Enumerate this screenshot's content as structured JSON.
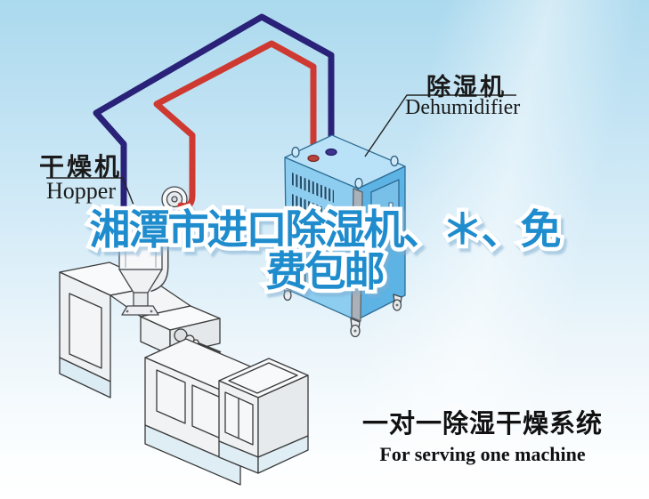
{
  "headline": {
    "line1": "湘潭市进口除湿机、＊、免",
    "line2": "费包邮",
    "fill_color": "#1f8ccd",
    "outline_color": "#ffffff"
  },
  "labels": {
    "hopper": {
      "zh": "干燥机",
      "en": "Hopper"
    },
    "dehumidifier": {
      "zh": "除湿机",
      "en": "Dehumidifier"
    }
  },
  "caption": {
    "zh": "一对一除湿干燥系统",
    "en": "For serving one machine"
  },
  "diagram": {
    "pipes": [
      {
        "name": "dry-air-pipe",
        "color": "#2a2178"
      },
      {
        "name": "return-air-pipe",
        "color": "#ce3a31"
      }
    ],
    "equipment": [
      {
        "name": "hopper-dryer",
        "body_color": "#f7f8fa"
      },
      {
        "name": "dehumidifier-unit",
        "body_color": "#8ccdf0"
      },
      {
        "name": "injection-molding-machine",
        "body_color": "#f2f4f6"
      }
    ],
    "background_top_color": "#abd9ee"
  }
}
